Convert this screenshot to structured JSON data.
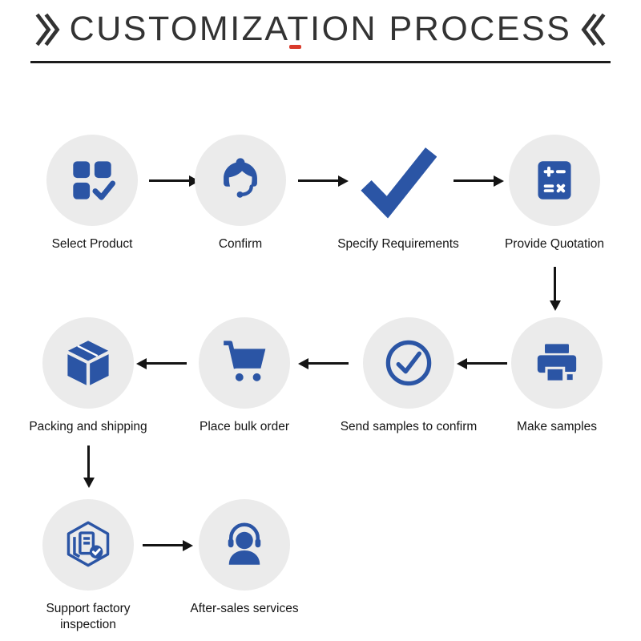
{
  "header": {
    "title": "CUSTOMIZATION PROCESS",
    "decor_left_icon": "double-chevron-right-icon",
    "decor_right_icon": "double-chevron-left-icon"
  },
  "colors": {
    "accent_blue": "#2b55a5",
    "circle_bg": "#ebebeb",
    "arrow_black": "#141414",
    "title_text": "#333333",
    "red_mark": "#d93a2b"
  },
  "steps": [
    {
      "label": "Select Product",
      "icon": "product-grid-check-icon"
    },
    {
      "label": "Confirm",
      "icon": "customer-service-icon"
    },
    {
      "label": "Specify Requirements",
      "icon": "checkmark-icon"
    },
    {
      "label": "Provide Quotation",
      "icon": "calculator-icon"
    },
    {
      "label": "Make samples",
      "icon": "printer-icon"
    },
    {
      "label": "Send samples to confirm",
      "icon": "check-circle-icon"
    },
    {
      "label": "Place bulk order",
      "icon": "shopping-cart-icon"
    },
    {
      "label": "Packing and shipping",
      "icon": "package-box-icon"
    },
    {
      "label": "Support factory inspection",
      "icon": "factory-inspection-icon"
    },
    {
      "label": "After-sales services",
      "icon": "headset-person-icon"
    }
  ]
}
